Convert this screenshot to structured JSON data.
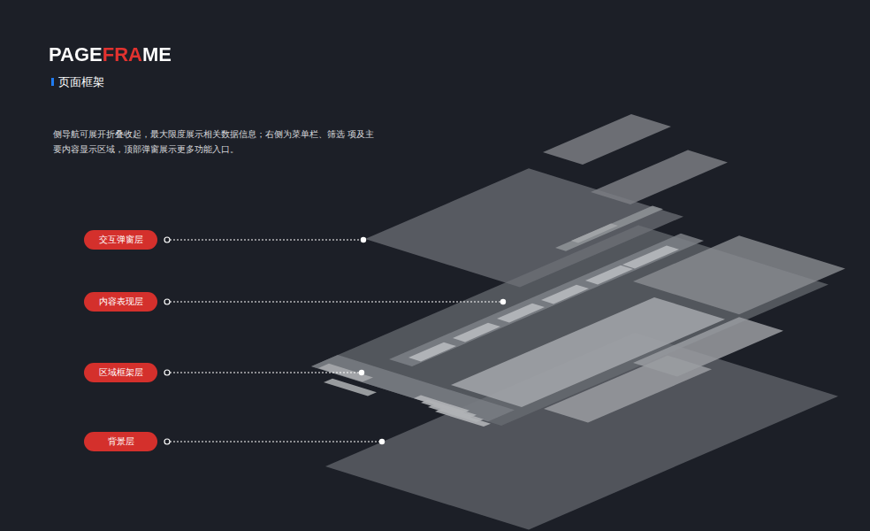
{
  "diagram": {
    "title": "PAGEFRAME",
    "nodes": [
      {
        "text": [
          "交互弹窗层"
        ]
      },
      {
        "text": [
          "内容表现层"
        ]
      },
      {
        "text": [
          "区域框架层"
        ]
      },
      {
        "text": [
          "背景层"
        ]
      }
    ],
    "labels": [
      "页面框架",
      "侧导航可展开折叠收起，最大限度展示相关数据信息；右侧为菜单栏、筛选 项及主要内容显示区域，顶部弹窗展示更多功能入口。"
    ]
  }
}
